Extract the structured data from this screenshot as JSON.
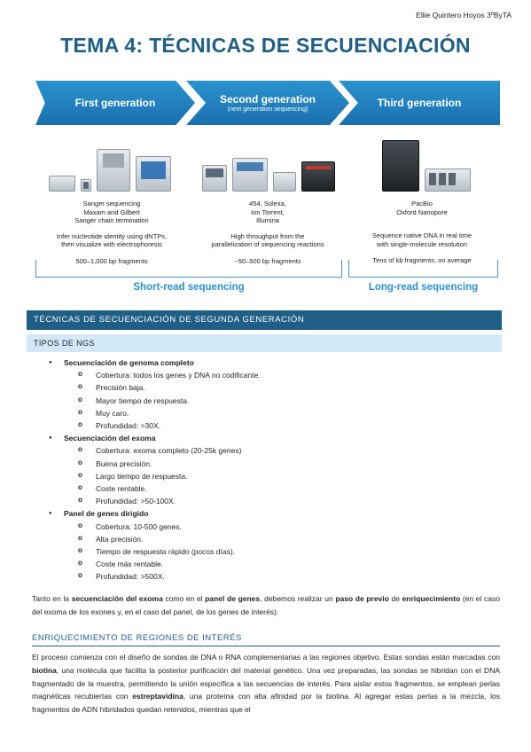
{
  "header": {
    "author": "Ellie Quintero Hoyos 3ºByTA"
  },
  "title": "TEMA 4: TÉCNICAS DE SECUENCIACIÓN",
  "figure": {
    "generations": [
      {
        "label": "First generation",
        "sub": "",
        "instruments": [
          "Sanger sequencing",
          "Maxam and Gilbert",
          "Sanger chain termination"
        ],
        "description": [
          "Infer nucleotide identity using dNTPs,",
          "then visualize with electrophoresis"
        ],
        "fragments": "500–1,000 bp fragments"
      },
      {
        "label": "Second generation",
        "sub": "(next generation sequencing)",
        "instruments": [
          "454, Solexa,",
          "Ion Torrent,",
          "Illumina"
        ],
        "description": [
          "High throughput from the",
          "parallelization of sequencing reactions"
        ],
        "fragments": "~50–500 bp fragments"
      },
      {
        "label": "Third generation",
        "sub": "",
        "instruments": [
          "PacBio",
          "Oxford Nanopore"
        ],
        "description": [
          "Sequence native DNA in real time",
          "with single-molecule resolution"
        ],
        "fragments": "Tens of kb fragments, on average"
      }
    ],
    "short_read": "Short-read sequencing",
    "long_read": "Long-read sequencing"
  },
  "section1": {
    "heading": "TÉCNICAS DE SECUENCIACIÓN DE SEGUNDA GENERACIÓN",
    "subheading": "TIPOS DE NGS"
  },
  "ngs_types": [
    {
      "title": "Secuenciación de genoma completo",
      "items": [
        "Cobertura: todos los genes y DNA no codificante.",
        "Precisión baja.",
        "Mayor tiempo de respuesta.",
        "Muy caro.",
        "Profundidad: >30X."
      ]
    },
    {
      "title": "Secuenciación del exoma",
      "items": [
        "Cobertura: exoma completo (20-25k genes)",
        "Buena precisión.",
        "Largo tiempo de respuesta.",
        "Coste rentable.",
        "Profundidad: >50-100X."
      ]
    },
    {
      "title": "Panel de genes dirigido",
      "items": [
        "Cobertura: 10-500 genes.",
        "Alta precisión.",
        "Tiempo de respuesta rápido (pocos días).",
        "Coste más rentable.",
        "Profundidad: >500X."
      ]
    }
  ],
  "para1": {
    "p1": "Tanto en la ",
    "b1": "secuenciación del exoma",
    "p2": " como en el ",
    "b2": "panel de genes",
    "p3": ", debemos realizar un ",
    "b3": "paso de previo",
    "p4": " de ",
    "b4": "enriquecimiento",
    "p5": " (en el caso del exoma de los exones y, en el caso del panel, de los genes de interés)."
  },
  "section2": {
    "heading": "ENRIQUECIMIENTO DE REGIONES DE INTERÉS"
  },
  "para2": {
    "p1": "El proceso comienza con el diseño de sondas de DNA o RNA complementarias a las regiones objetivo. Estas sondas están marcadas con ",
    "b1": "biotina",
    "p2": ", una molécula que facilita la posterior purificación del material genético. Una vez preparadas, las sondas se hibridan con el DNA fragmentado de la muestra, permitiendo la unión específica a las secuencias de interés. Para aislar estos fragmentos, se emplean perlas magnéticas recubiertas con ",
    "b2": "estreptavidina",
    "p3": ", una proteína con alta afinidad por la biotina. Al agregar estas perlas a la mezcla, los fragmentos de ADN hibridados quedan retenidos, mientras que el"
  }
}
